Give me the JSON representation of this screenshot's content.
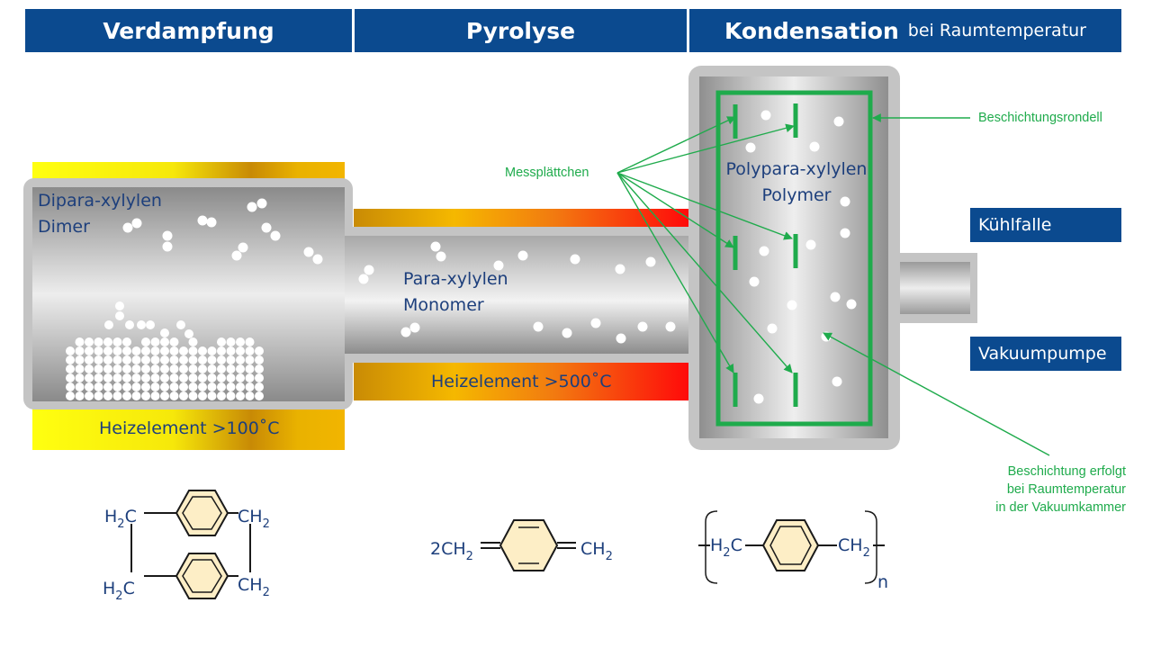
{
  "headers": [
    {
      "main": "Verdampfung",
      "sub": ""
    },
    {
      "main": "Pyrolyse",
      "sub": ""
    },
    {
      "main": "Kondensation",
      "sub": "bei Raumtemperatur"
    }
  ],
  "stages": {
    "dimer": [
      "Dipara-xylylen",
      "Dimer"
    ],
    "monomer": [
      "Para-xylylen",
      "Monomer"
    ],
    "polymer": [
      "Polypara-xylylen",
      "Polymer"
    ]
  },
  "heaters": {
    "h1": "Heizelement >100˚C",
    "h2": "Heizelement >500˚C"
  },
  "annotations": {
    "messplaettchen": "Messplättchen",
    "rondell": "Beschichtungsrondell",
    "coating": [
      "Beschichtung erfolgt",
      "bei Raumtemperatur",
      "in der Vakuumkammer"
    ]
  },
  "boxes": {
    "kuehlfalle": "Kühlfalle",
    "vakuumpumpe": "Vakuumpumpe"
  },
  "formulas": {
    "dimer": {
      "h2c": "H",
      "sub2": "2",
      "c": "C",
      "ch": "CH"
    },
    "monomer": {
      "prefix": "2CH",
      "sub2": "2",
      "right": "CH"
    },
    "polymer": {
      "left": "H",
      "c": "C",
      "right": "CH",
      "n": "n"
    }
  },
  "colors": {
    "header_bg": "#0b4a8f",
    "label_blue": "#1d3f7c",
    "annotation_green": "#1fab4c",
    "ring_fill": "#fdeec6"
  }
}
